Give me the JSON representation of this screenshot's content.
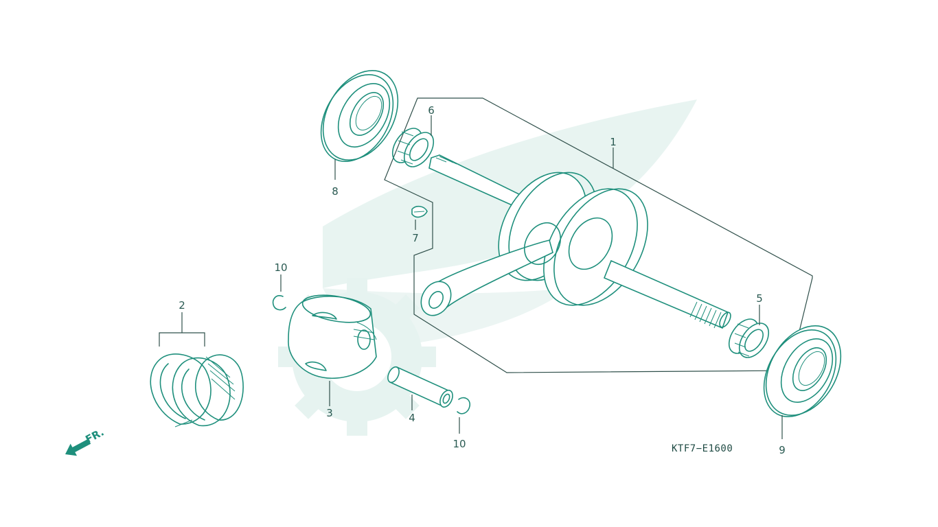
{
  "diagram": {
    "code": "KTF7−E1600",
    "direction_label": "FR.",
    "callouts": [
      {
        "id": "1",
        "text": "1"
      },
      {
        "id": "2",
        "text": "2"
      },
      {
        "id": "3",
        "text": "3"
      },
      {
        "id": "4",
        "text": "4"
      },
      {
        "id": "5",
        "text": "5"
      },
      {
        "id": "6",
        "text": "6"
      },
      {
        "id": "7",
        "text": "7"
      },
      {
        "id": "8",
        "text": "8"
      },
      {
        "id": "9",
        "text": "9"
      },
      {
        "id": "10a",
        "text": "10"
      },
      {
        "id": "10b",
        "text": "10"
      }
    ],
    "colors": {
      "line": "#1e8f7c",
      "label": "#2a5a52",
      "watermark": "#e3f1ee"
    },
    "icons": [
      "front-arrow-icon",
      "watermark-gear-icon",
      "watermark-wing-icon"
    ]
  }
}
